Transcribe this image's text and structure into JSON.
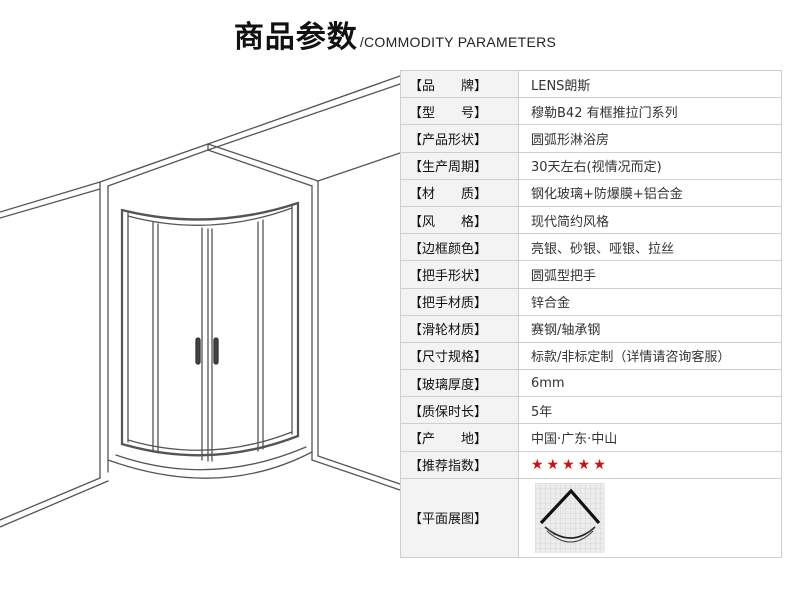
{
  "header": {
    "title_cn": "商品参数",
    "title_en": "/COMMODITY PARAMETERS"
  },
  "params": [
    {
      "label": "【品　　牌】",
      "value": "LENS朗斯"
    },
    {
      "label": "【型　　号】",
      "value": "穆勒B42 有框推拉门系列"
    },
    {
      "label": "【产品形状】",
      "value": "圆弧形淋浴房"
    },
    {
      "label": "【生产周期】",
      "value": "30天左右(视情况而定)"
    },
    {
      "label": "【材　　质】",
      "value": "钢化玻璃+防爆膜+铝合金"
    },
    {
      "label": "【风　　格】",
      "value": "现代简约风格"
    },
    {
      "label": "【边框颜色】",
      "value": "亮银、砂银、哑银、拉丝"
    },
    {
      "label": "【把手形状】",
      "value": "圆弧型把手"
    },
    {
      "label": "【把手材质】",
      "value": "锌合金"
    },
    {
      "label": "【滑轮材质】",
      "value": "赛钢/轴承钢"
    },
    {
      "label": "【尺寸规格】",
      "value": "标款/非标定制（详情请咨询客服）"
    },
    {
      "label": "【玻璃厚度】",
      "value": "6mm"
    },
    {
      "label": "【质保时长】",
      "value": "5年"
    },
    {
      "label": "【产　　地】",
      "value": "中国·广东·中山"
    },
    {
      "label": "【推荐指数】",
      "value": "★★★★★"
    }
  ],
  "plan_row": {
    "label": "【平面展图】"
  },
  "colors": {
    "star": "#cc0f0f",
    "label_bg": "#f3f3f3",
    "border": "#cfcfcf"
  }
}
